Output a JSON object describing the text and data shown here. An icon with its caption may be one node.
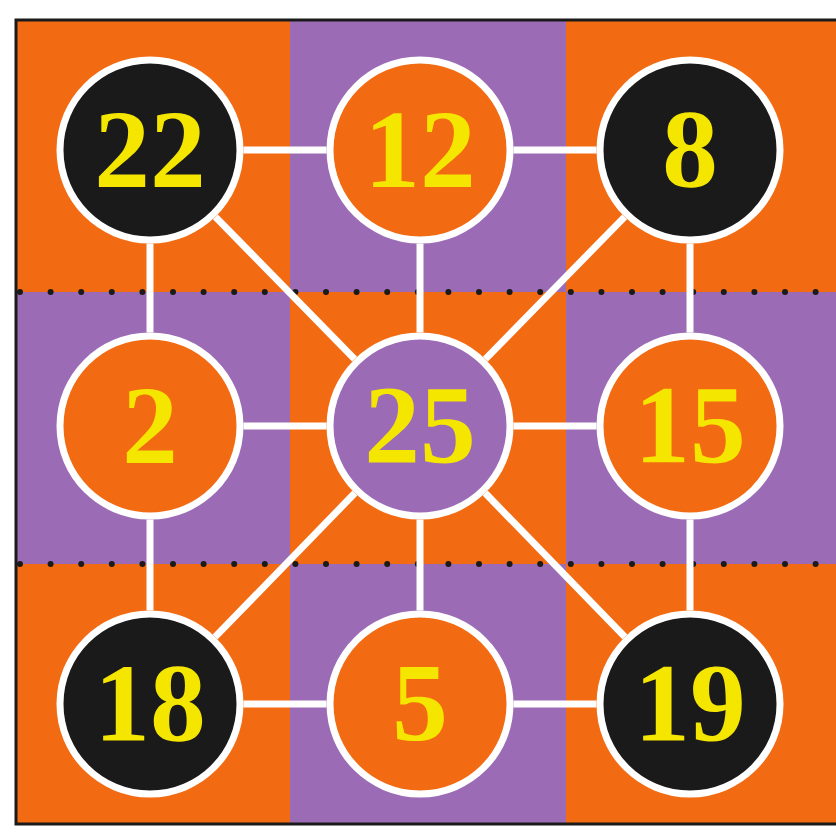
{
  "diagram": {
    "nodes": [
      {
        "text": [
          "22"
        ]
      },
      {
        "text": [
          "12"
        ]
      },
      {
        "text": [
          "8"
        ]
      },
      {
        "text": [
          "2"
        ]
      },
      {
        "text": [
          "25"
        ]
      },
      {
        "text": [
          "15"
        ]
      },
      {
        "text": [
          "18"
        ]
      },
      {
        "text": [
          "5"
        ]
      },
      {
        "text": [
          "19"
        ]
      }
    ],
    "edges": [
      {
        "from": 0,
        "to": 1,
        "arrow": "none"
      },
      {
        "from": 1,
        "to": 2,
        "arrow": "none"
      },
      {
        "from": 0,
        "to": 3,
        "arrow": "none"
      },
      {
        "from": 0,
        "to": 4,
        "arrow": "none"
      },
      {
        "from": 1,
        "to": 4,
        "arrow": "none"
      },
      {
        "from": 2,
        "to": 4,
        "arrow": "none"
      },
      {
        "from": 2,
        "to": 5,
        "arrow": "none"
      },
      {
        "from": 3,
        "to": 4,
        "arrow": "none"
      },
      {
        "from": 4,
        "to": 5,
        "arrow": "none"
      },
      {
        "from": 3,
        "to": 6,
        "arrow": "none"
      },
      {
        "from": 4,
        "to": 6,
        "arrow": "none"
      },
      {
        "from": 4,
        "to": 7,
        "arrow": "none"
      },
      {
        "from": 4,
        "to": 8,
        "arrow": "none"
      },
      {
        "from": 5,
        "to": 8,
        "arrow": "none"
      },
      {
        "from": 6,
        "to": 7,
        "arrow": "none"
      },
      {
        "from": 7,
        "to": 8,
        "arrow": "none"
      }
    ]
  }
}
